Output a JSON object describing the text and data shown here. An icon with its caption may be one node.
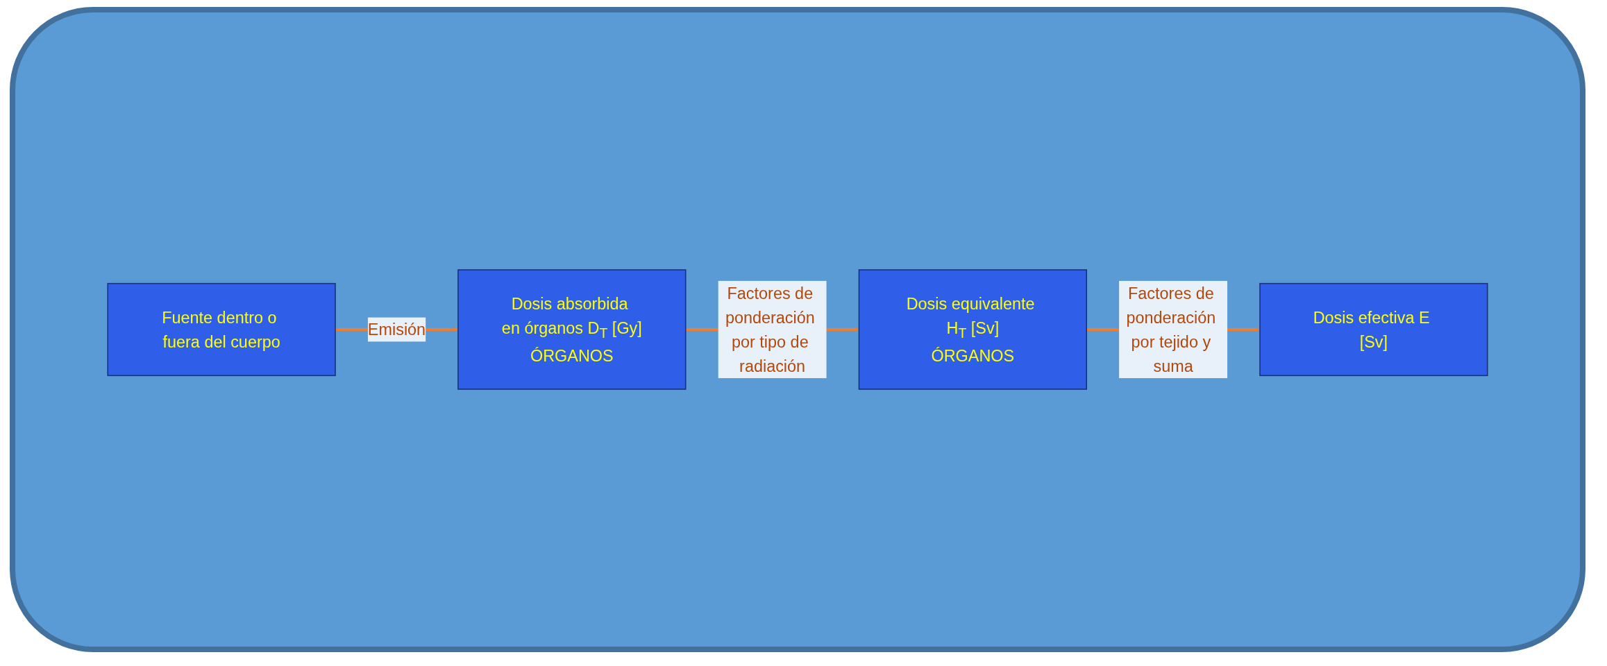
{
  "diagram": {
    "nodes": [
      {
        "text": [
          "Fuente dentro o fuera del cuerpo"
        ]
      },
      {
        "text": [
          "Dosis absorbida en órganos D$_{T}$ [Gy]",
          "ÓRGANOS"
        ]
      },
      {
        "text": [
          "Dosis equivalente H$_{T}$ [Sv]",
          "ÓRGANOS"
        ]
      },
      {
        "text": [
          "Dosis efectiva E [Sv]"
        ]
      }
    ],
    "edges": [
      {
        "from": 0,
        "to": 1,
        "arrow": "to",
        "label": "Emisión"
      },
      {
        "from": 1,
        "to": 2,
        "arrow": "to",
        "label": "Factores de ponderación por tipo de radiación"
      },
      {
        "from": 2,
        "to": 3,
        "arrow": "to",
        "label": "Factores de ponderación por tejido y suma"
      }
    ]
  }
}
